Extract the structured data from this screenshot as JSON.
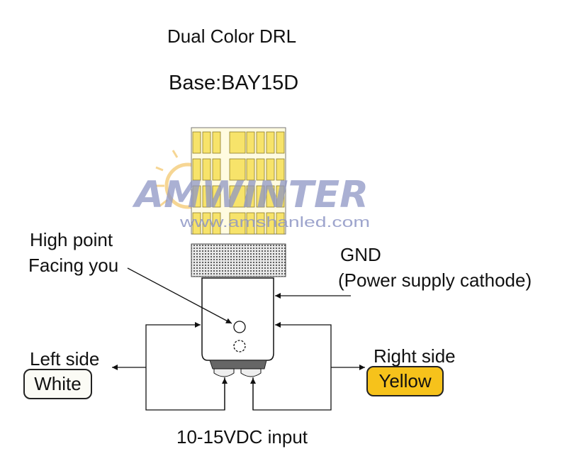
{
  "title": "Dual Color DRL",
  "base": "Base:BAY15D",
  "watermark": {
    "brand": "AMWINTER",
    "url": "www.amshanled.com"
  },
  "labels": {
    "high_point_line1": "High point",
    "high_point_line2": "Facing you",
    "gnd_line1": "GND",
    "gnd_line2": "(Power supply cathode)",
    "left_side": "Left side",
    "left_color": "White",
    "right_side": "Right side",
    "right_color": "Yellow",
    "input": "10-15VDC input"
  },
  "colors": {
    "led": "#f7e36a",
    "yellow_badge": "#f6c21b",
    "watermark": "#8d95c4",
    "line": "#111111"
  }
}
